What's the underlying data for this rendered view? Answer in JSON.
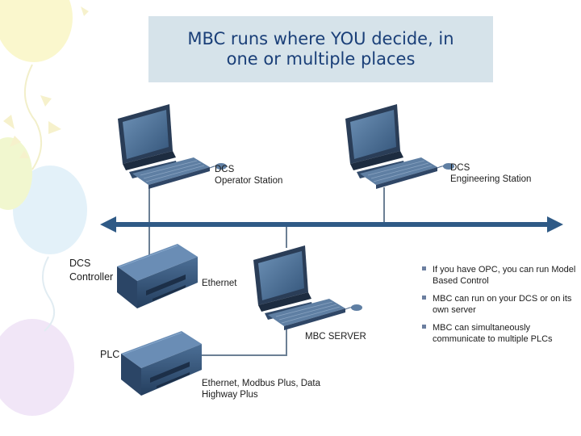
{
  "title": "MBC runs where YOU decide, in\none or multiple places",
  "labels": {
    "operator_station": "DCS\nOperator Station",
    "engineering_station": "DCS\nEngineering Station",
    "dcs_controller": "DCS\nController",
    "ethernet": "Ethernet",
    "mbc_server": "MBC  SERVER",
    "plc": "PLC",
    "field_networks": "Ethernet, Modbus Plus, Data\nHighway Plus"
  },
  "bullets": [
    "If you have OPC, you can run Model Based Control",
    "MBC can run on your DCS or on its own server",
    "MBC can simultaneously communicate to multiple PLCs"
  ],
  "icons": [
    "balloon-decoration",
    "computer-icon",
    "server-box-icon",
    "network-bus-arrow"
  ],
  "colors": {
    "title_background": "#d6e3ea",
    "title_text": "#1a3f78",
    "bus": "#2f5a86",
    "link_line": "#6b7f94"
  }
}
